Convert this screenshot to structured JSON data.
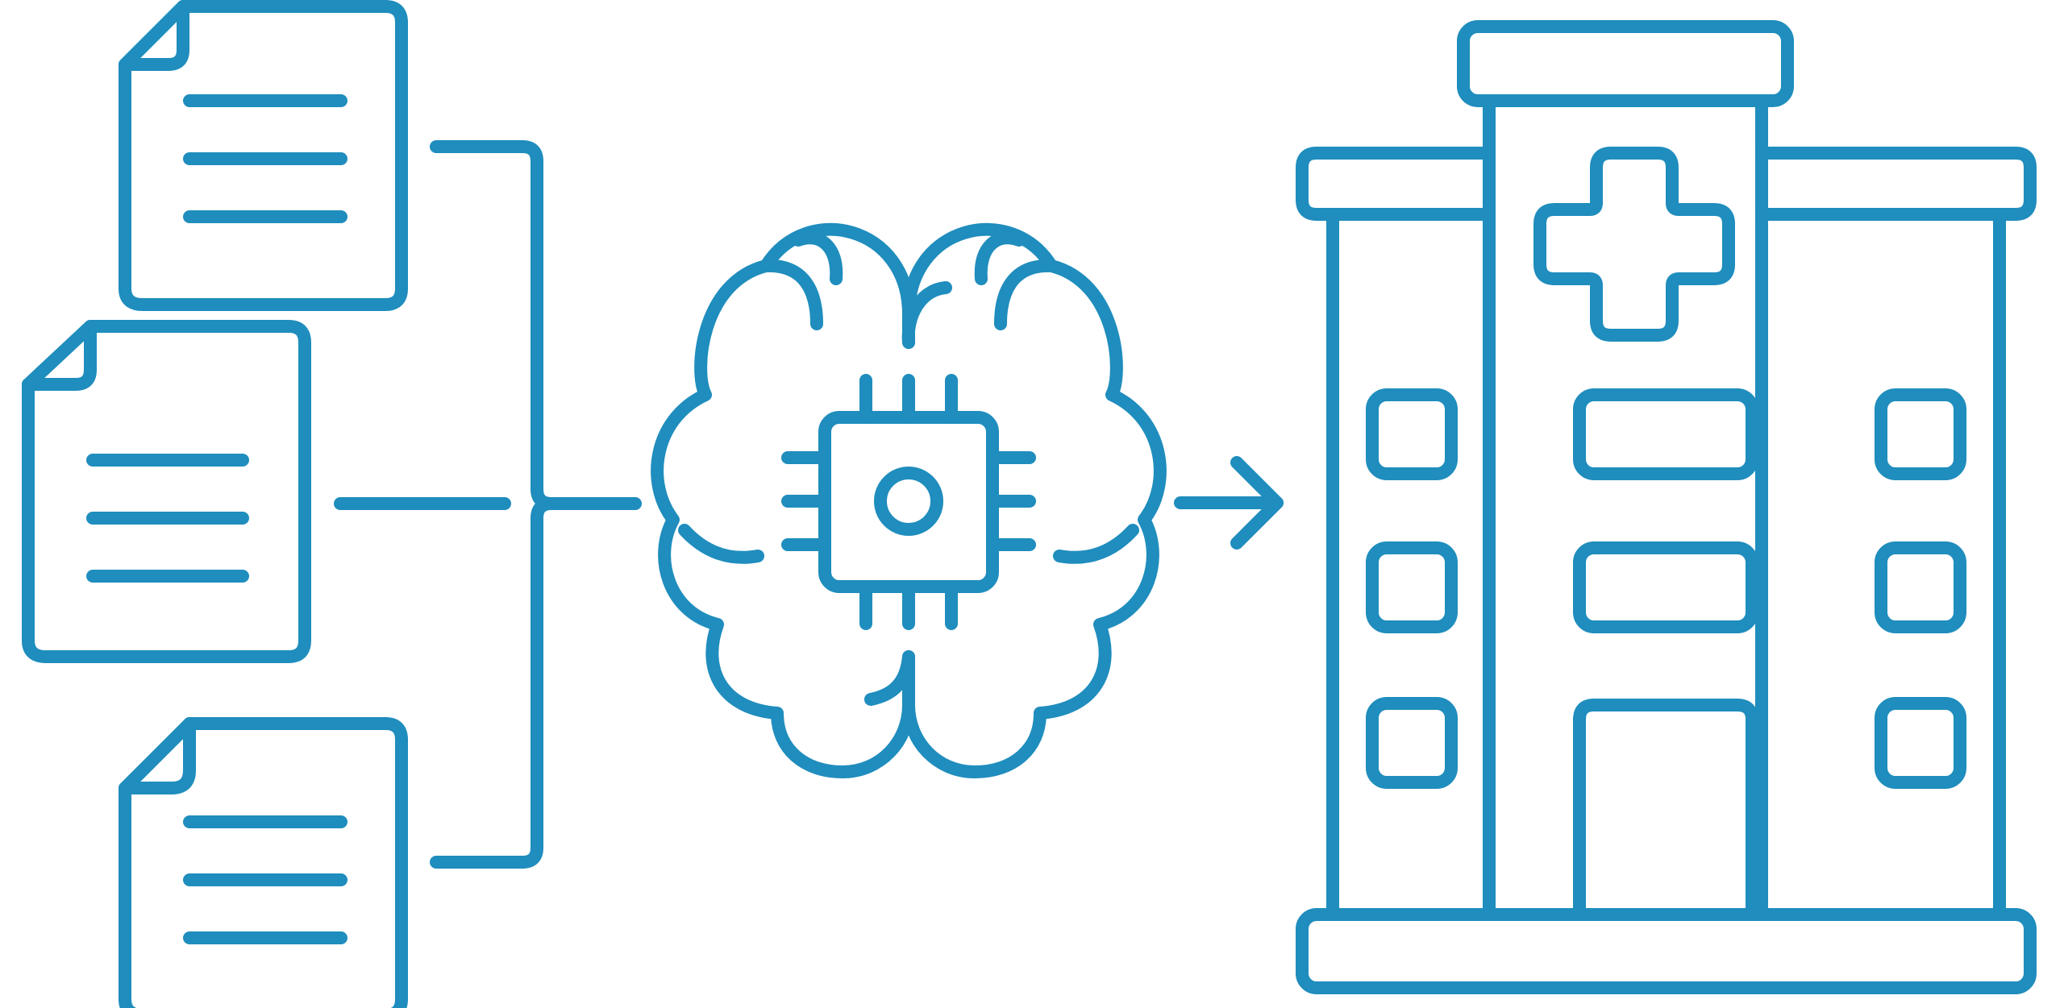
{
  "colors": {
    "stroke": "#1f8dbd",
    "background": "#ffffff"
  },
  "diagram": {
    "documents": [
      {
        "name": "document-top",
        "icon": "document-icon"
      },
      {
        "name": "document-middle",
        "icon": "document-icon"
      },
      {
        "name": "document-bottom",
        "icon": "document-icon"
      }
    ],
    "connector": {
      "icon": "merge-bracket-icon"
    },
    "processor": {
      "icon": "ai-brain-chip-icon"
    },
    "output_arrow": {
      "icon": "arrow-right-icon"
    },
    "destination": {
      "icon": "hospital-building-icon"
    }
  }
}
